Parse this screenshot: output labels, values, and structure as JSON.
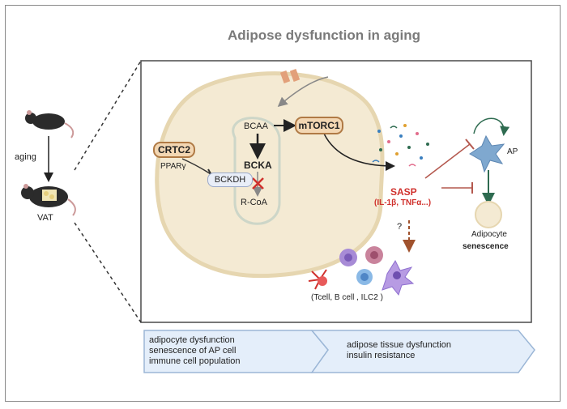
{
  "title": "Adipose dysfunction in aging",
  "mouse": {
    "aging_label": "aging",
    "vat_label": "VAT"
  },
  "cell": {
    "bcaa": "BCAA",
    "bcka": "BCKA",
    "rcoa": "R-CoA",
    "bckdh": "BCKDH",
    "crtc2": "CRTC2",
    "ppar": "PPARγ",
    "mtorc1": "mTORC1"
  },
  "sasp": {
    "label": "SASP",
    "cytokines": "(IL-1β, TNFα...)",
    "question": "?"
  },
  "ap": {
    "ap_label": "AP",
    "adipocyte_label": "Adipocyte",
    "senescence_label": "senescence"
  },
  "immune": {
    "cells_label": "(Tcell, B cell , ILC2 )"
  },
  "flow": {
    "step1": [
      "adipocyte dysfunction",
      "senescence of AP cell",
      "immune cell population"
    ],
    "step2": [
      "adipose tissue dysfunction",
      "insulin resistance"
    ]
  },
  "colors": {
    "cell_fill": "#f4ead3",
    "cell_border": "#e6d6b0",
    "pill_fill": "#f3d7b3",
    "pill_border": "#b07a45",
    "sasp_red": "#d0312d",
    "inhibit": "#b4584e",
    "ap_blue": "#7fa8cf",
    "flow_fill": "#e4eefa",
    "flow_border": "#9bb6d6"
  }
}
